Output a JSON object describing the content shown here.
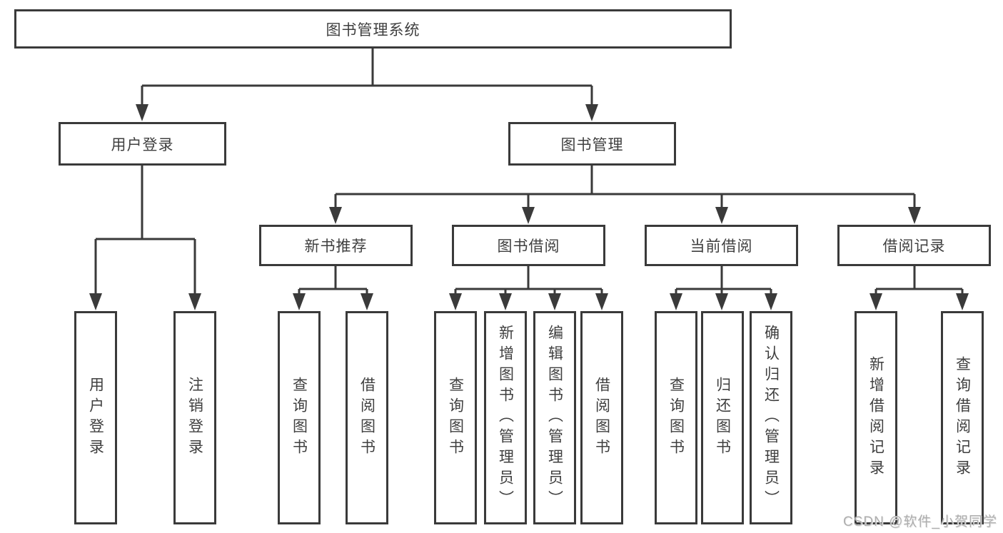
{
  "tree": {
    "root": "图书管理系统",
    "user_login": {
      "label": "用户登录",
      "children": [
        "用户登录",
        "注销登录"
      ]
    },
    "book_mgmt": {
      "label": "图书管理",
      "new_books": {
        "label": "新书推荐",
        "children": [
          "查询图书",
          "借阅图书"
        ]
      },
      "book_borrow": {
        "label": "图书借阅",
        "children": [
          "查询图书",
          "新增图书（管理员）",
          "编辑图书（管理员）",
          "借阅图书"
        ]
      },
      "current_borrow": {
        "label": "当前借阅",
        "children": [
          "查询图书",
          "归还图书",
          "确认归还（管理员）"
        ]
      },
      "borrow_records": {
        "label": "借阅记录",
        "children": [
          "新增借阅记录",
          "查询借阅记录"
        ]
      }
    }
  },
  "line_color": "#3a3a3a",
  "watermark": "CSDN @软件_小贺同学"
}
